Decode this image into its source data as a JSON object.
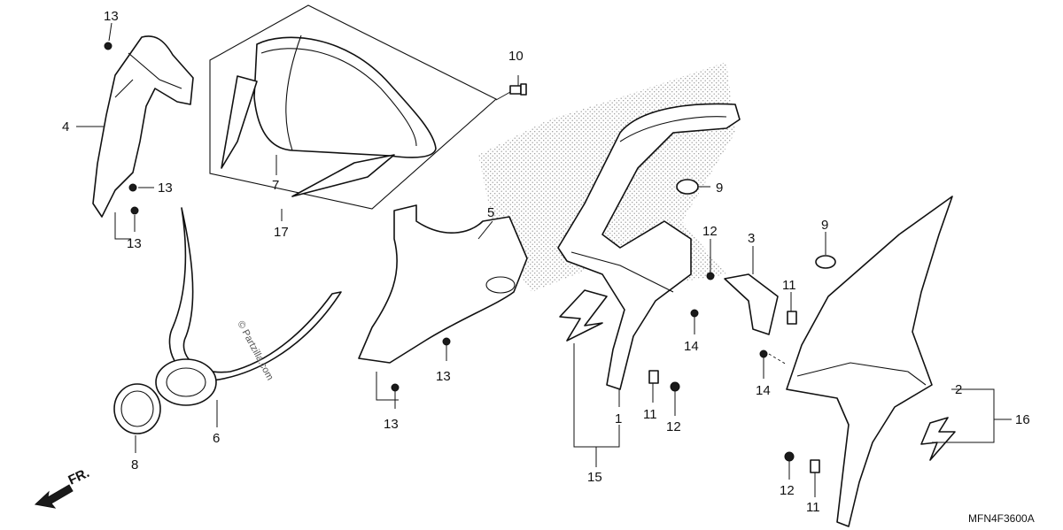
{
  "diagram": {
    "drawing_code": "MFN4F3600A",
    "watermark": "© Partzilla.com",
    "direction_label": "FR.",
    "callouts": {
      "c1": "1",
      "c2": "2",
      "c3": "3",
      "c4": "4",
      "c5": "5",
      "c6": "6",
      "c7": "7",
      "c8": "8",
      "c9a": "9",
      "c9b": "9",
      "c10": "10",
      "c11a": "11",
      "c11b": "11",
      "c11c": "11",
      "c12a": "12",
      "c12b": "12",
      "c12c": "12",
      "c13a": "13",
      "c13b": "13",
      "c13c": "13",
      "c13d": "13",
      "c13e": "13",
      "c14a": "14",
      "c14b": "14",
      "c15": "15",
      "c16": "16",
      "c17": "17"
    }
  }
}
